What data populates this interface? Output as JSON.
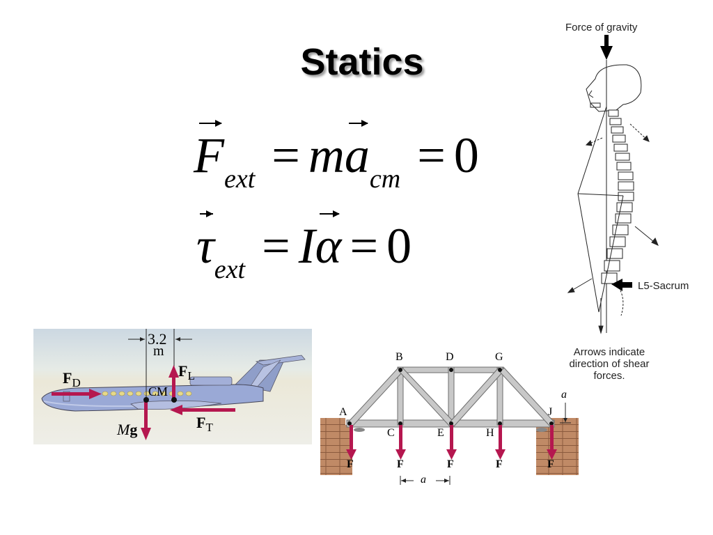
{
  "slide": {
    "title": "Statics",
    "equations": [
      {
        "id": "force-balance",
        "lhs": "F",
        "lhs_sub": "ext",
        "middle": "m",
        "middle_vec": "a",
        "middle_sub": "cm",
        "rhs": "0",
        "equals": "="
      },
      {
        "id": "torque-balance",
        "lhs": "τ",
        "lhs_sub": "ext",
        "middle": "I",
        "middle_vec": "α",
        "rhs": "0",
        "equals": "="
      }
    ]
  },
  "spine_figure": {
    "top_label": "Force of gravity",
    "side_label": "L5-Sacrum",
    "caption_lines": [
      "Arrows indicate",
      "direction of shear",
      "forces."
    ]
  },
  "airplane_figure": {
    "dimension_value": "3.2",
    "dimension_unit": "m",
    "forces": {
      "drag": {
        "main": "F",
        "sub": "D"
      },
      "lift": {
        "main": "F",
        "sub": "L"
      },
      "thrust": {
        "main": "F",
        "sub": "T"
      },
      "weight": {
        "main_italic": "M",
        "main_bold": "g"
      }
    },
    "cm_label": "CM",
    "colors": {
      "force": "#b5174f",
      "sky": "#c9d6e0",
      "fuselage": "#9aa9d6"
    }
  },
  "truss_figure": {
    "top_joints": [
      "B",
      "D",
      "G"
    ],
    "bottom_joints": [
      "A",
      "C",
      "E",
      "H",
      "J"
    ],
    "load_label": "F",
    "spacing_label": "a",
    "height_label": "a",
    "colors": {
      "member": "#c8c8c8",
      "load": "#b5174f",
      "brick": "#c08a66"
    }
  }
}
